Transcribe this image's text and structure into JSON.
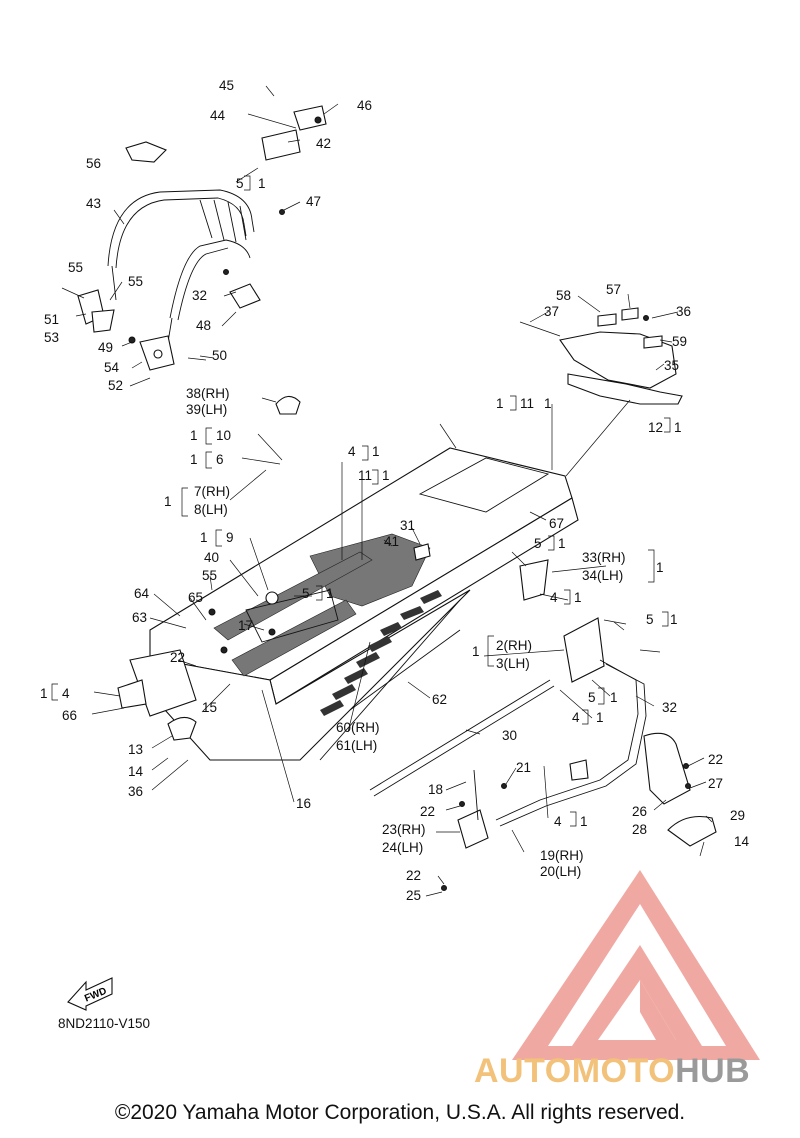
{
  "diagram": {
    "code": "8ND2110-V150",
    "fwd_badge": "FWD",
    "copyright": "©2020 Yamaha Motor Corporation, U.S.A. All rights reserved.",
    "watermark": {
      "part1": "AUTOMOTO",
      "part2": "HUB",
      "color_primary": "#e8847a",
      "color_secondary": "#f2c27a",
      "color_gray": "#9a9a9a"
    },
    "callouts": [
      "45",
      "44",
      "46",
      "42",
      "5",
      "1",
      "56",
      "43",
      "47",
      "55",
      "55",
      "32",
      "51",
      "53",
      "48",
      "49",
      "54",
      "50",
      "52",
      "58",
      "57",
      "36",
      "37",
      "59",
      "35",
      "38(RH)",
      "39(LH)",
      "1",
      "11",
      "1",
      "12",
      "1",
      "1",
      "10",
      "1",
      "6",
      "1",
      "7(RH)",
      "8(LH)",
      "4",
      "1",
      "11",
      "1",
      "67",
      "1",
      "9",
      "31",
      "41",
      "40",
      "5",
      "1",
      "33(RH)",
      "34(LH)",
      "1",
      "55",
      "5",
      "1",
      "4",
      "1",
      "64",
      "65",
      "5",
      "1",
      "63",
      "17",
      "1",
      "2(RH)",
      "3(LH)",
      "22",
      "1",
      "4",
      "15",
      "5",
      "1",
      "32",
      "66",
      "62",
      "4",
      "1",
      "13",
      "60(RH)",
      "61(LH)",
      "30",
      "14",
      "22",
      "36",
      "27",
      "16",
      "21",
      "18",
      "26",
      "28",
      "29",
      "22",
      "4",
      "1",
      "14",
      "23(RH)",
      "24(LH)",
      "19(RH)",
      "20(LH)",
      "22",
      "25"
    ]
  }
}
